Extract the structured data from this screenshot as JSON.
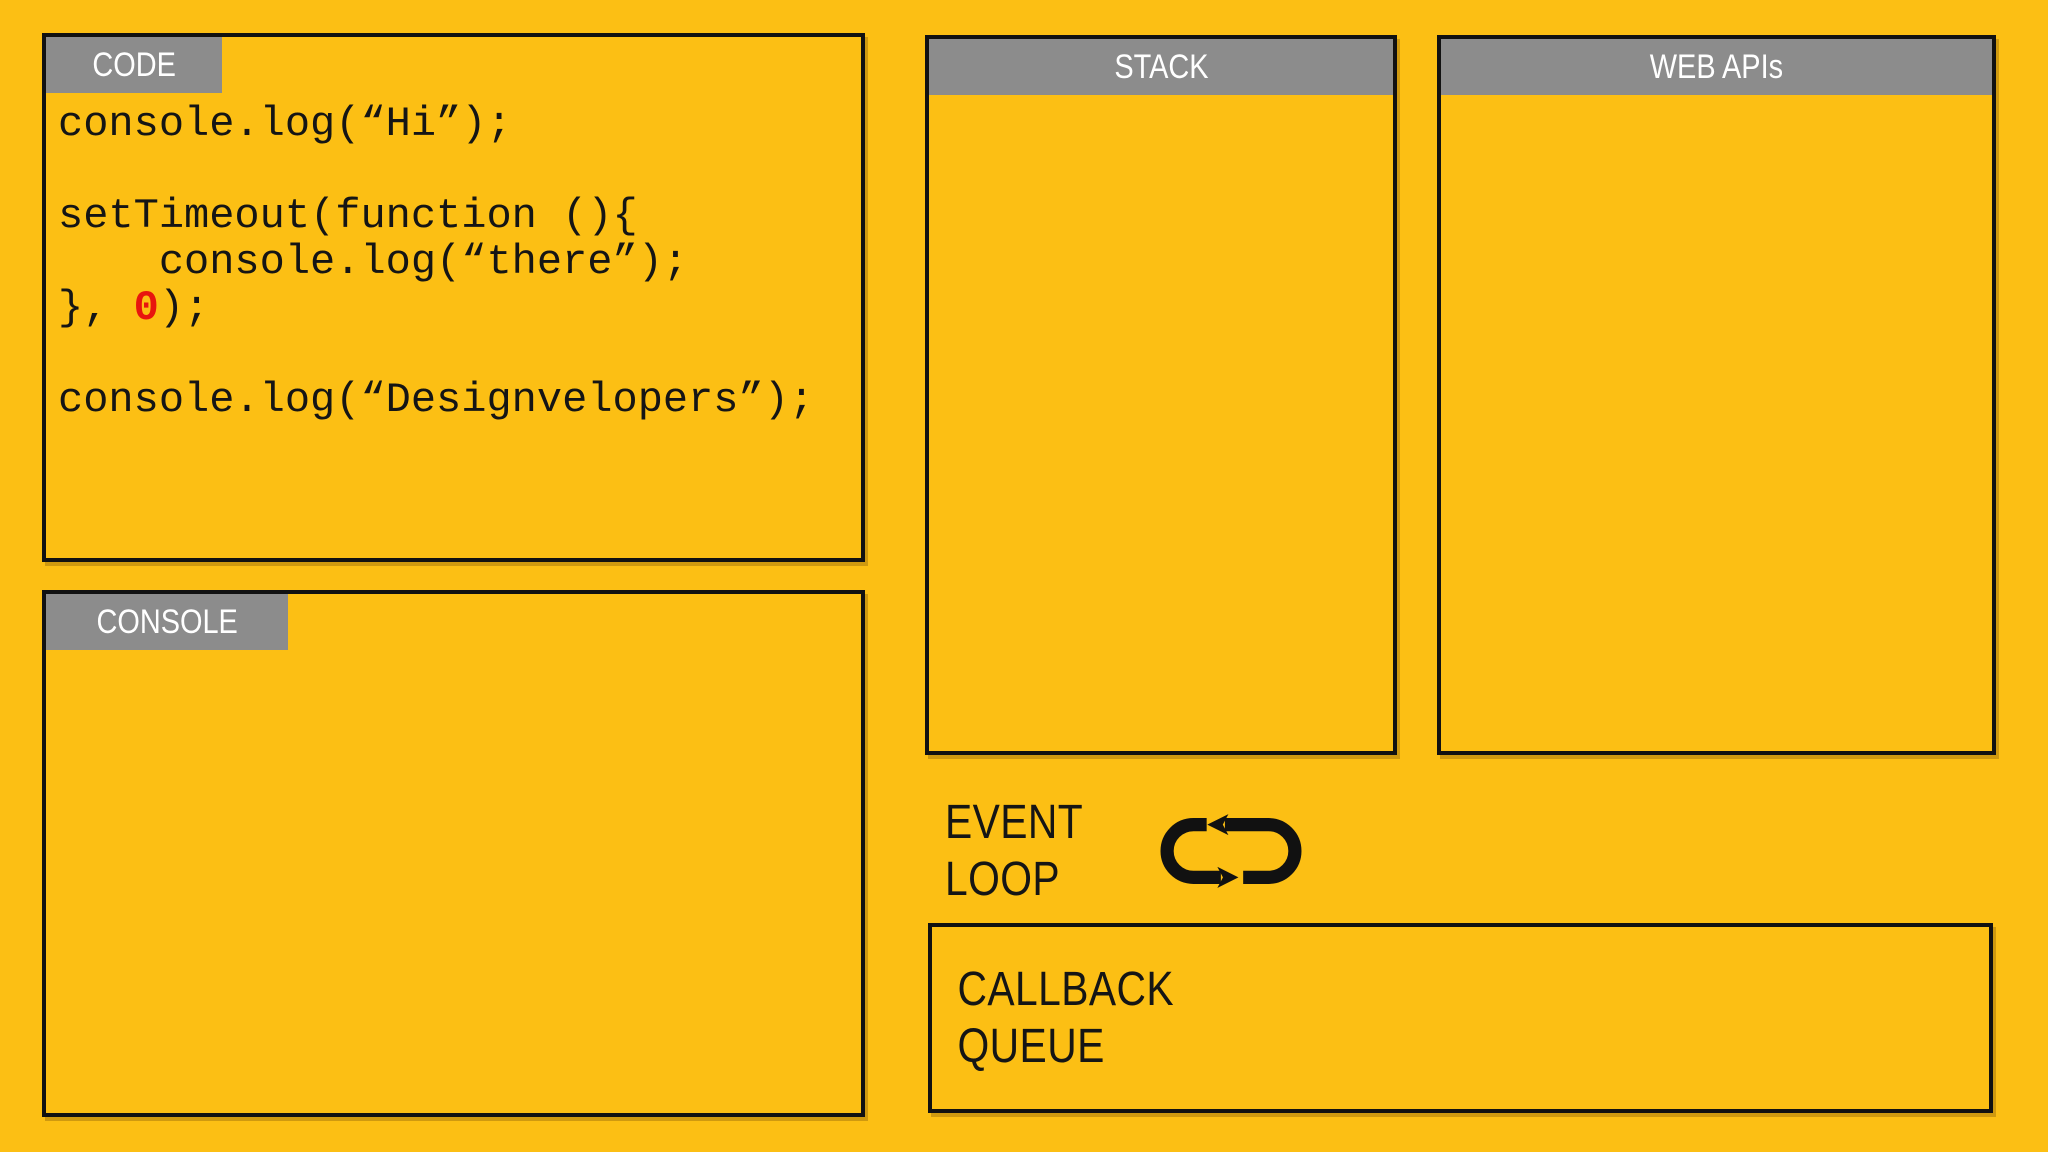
{
  "colors": {
    "background": "#FCBF14",
    "panel_header": "#8C8C8C",
    "header_text": "#FFFFFF",
    "border": "#111111",
    "code_text": "#151515",
    "highlight_red": "#E8150E"
  },
  "code_panel": {
    "header": "CODE",
    "line1": "console.log(“Hi”);",
    "line3": "setTimeout(function (){",
    "line4": "    console.log(“there”);",
    "line5_before": "}, ",
    "line5_highlight": "0",
    "line5_after": ");",
    "line7": "console.log(“Designvelopers”);"
  },
  "console_panel": {
    "header": "CONSOLE"
  },
  "stack_panel": {
    "header": "STACK"
  },
  "web_apis_panel": {
    "header": "WEB APIs"
  },
  "event_loop": {
    "label_line1": "EVENT",
    "label_line2": "LOOP",
    "icon": "loop-arrows-icon"
  },
  "callback_queue": {
    "label_line1": "CALLBACK",
    "label_line2": "QUEUE"
  }
}
